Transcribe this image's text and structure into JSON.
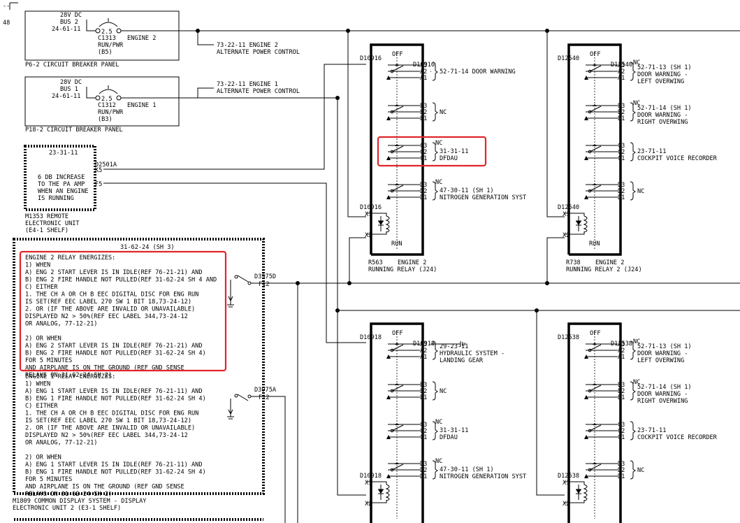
{
  "page_marker": "48",
  "cb_eng2": {
    "src1": "28V DC",
    "src2": "BUS 2",
    "ref": "24-61-11",
    "amp": "2.5",
    "id": "C1313",
    "name": "ENGINE 2",
    "fn": "RUN/PWR",
    "loc": "(B5)",
    "panel": "P6-2   CIRCUIT BREAKER PANEL"
  },
  "cb_eng1": {
    "src1": "28V DC",
    "src2": "BUS 1",
    "ref": "24-61-11",
    "amp": "2.5",
    "id": "C1312",
    "name": "ENGINE 1",
    "fn": "RUN/PWR",
    "loc": "(B3)",
    "panel": "P18-2   CIRCUIT BREAKER PANEL"
  },
  "apc2": {
    "l1": "73-22-11 ENGINE 2",
    "l2": "ALTERNATE POWER CONTROL"
  },
  "apc1": {
    "l1": "73-22-11 ENGINE 1",
    "l2": "ALTERNATE POWER CONTROL"
  },
  "reu": {
    "ref": "23-31-11",
    "t1": "6 DB INCREASE",
    "t2": "TO THE PA AMP",
    "t3": "WHEN AN ENGINE",
    "t4": "IS RUNNING",
    "conn": "D2501A",
    "p1": "K5",
    "p2": "F5",
    "name1": "M1353   REMOTE",
    "name2": "ELECTRONIC UNIT",
    "name3": "(E4-1 SHELF)"
  },
  "cds": {
    "ref": "31-62-24 (SH 3)",
    "conn2": "D3975D",
    "pin2": "F12",
    "conn1": "D3975A",
    "pin1": "F12",
    "name1": "M1809   COMMON DISPLAY SYSTEM - DISPLAY",
    "name2": "ELECTRONIC UNIT 2 (E3-1 SHELF)",
    "e2": [
      "ENGINE 2 RELAY ENERGIZES:",
      "1) WHEN",
      "  A) ENG 2 START LEVER IS IN IDLE(REF 76-21-21) AND",
      "  B) ENG 2 FIRE HANDLE NOT PULLED(REF 31-62-24 SH 4 AND",
      "  C) EITHER",
      "     1. THE CH A OR CH B EEC DIGITAL DISC FOR ENG RUN",
      "        IS SET(REF EEC LABEL 270 SW 1 BIT 18,73-24-12)",
      "     2. OR (IF THE ABOVE ARE INVALID OR UNAVAILABLE)",
      "        DISPLAYED N2 > 50%(REF EEC LABEL 344,73-24-12",
      "        OR ANALOG, 77-12-21)",
      "",
      "2) OR WHEN",
      "  A) ENG 2 START LEVER IS IN IDLE(REF 76-21-21) AND",
      "  B) ENG 2 FIRE HANDLE NOT PULLED(REF 31-62-24 SH 4)",
      " FOR 5 MINUTES",
      "   AND AIRPLANE IS ON THE GROUND (REF GND SENSE",
      "      RELAYS ON 31-62-24 SH 2)"
    ],
    "e1": [
      "ENGINE 1 RELAY ENERGIZES:",
      "1) WHEN",
      "  A) ENG 1 START LEVER IS IN IDLE(REF 76-21-11) AND",
      "  B) ENG 1 FIRE HANDLE NOT PULLED(REF 31-62-24 SH 4)",
      "  C) EITHER",
      "     1. THE CH A OR CH B EEC DIGITAL DISC FOR ENG RUN",
      "        IS SET(REF EEC LABEL 270 SW 1 BIT 18,73-24-12)",
      "     2. OR (IF THE ABOVE ARE INVALID OR UNAVAILABLE)",
      "        DISPLAYED N2 > 50%(REF EEC LABEL 344,73-24-12",
      "        OR ANALOG, 77-12-21)",
      "",
      "2) OR WHEN",
      "  A) ENG 1 START LEVER IS IN IDLE(REF 76-21-11) AND",
      "  B) ENG 1 FIRE HANDLE NOT PULLED(REF 31-62-24 SH 4)",
      " FOR 5 MINUTES",
      "   AND AIRPLANE IS ON THE GROUND (REF GND SENSE",
      "      RELAYS ON 31-62-24 SH 2)"
    ]
  },
  "relays": [
    {
      "conn_top": "D10916",
      "conn_in": "D10916",
      "conn_bot": "D10916",
      "off": "OFF",
      "run": "RUN",
      "id": "R563",
      "name": "ENGINE 2",
      "desc": "RUNNING RELAY (J24)",
      "groups": [
        {
          "p": [
            "A3",
            "A2",
            "A1"
          ],
          "nc": "",
          "l1": "52-71-14 DOOR WARNING",
          "l2": "",
          "l3": ""
        },
        {
          "p": [
            "B3",
            "B2",
            "B1"
          ],
          "nc": "",
          "l1": "NC",
          "l2": "",
          "l3": ""
        },
        {
          "p": [
            "C3",
            "C2",
            "C1"
          ],
          "nc": "NC",
          "l1": "31-31-11",
          "l2": "DFDAU",
          "l3": ""
        },
        {
          "p": [
            "D3",
            "D2",
            "D1"
          ],
          "nc": "NC",
          "l1": "47-30-11 (SH 1)",
          "l2": "NITROGEN GENERATION SYST",
          "l3": ""
        }
      ]
    },
    {
      "conn_top": "D12540",
      "conn_in": "D12540",
      "conn_bot": "D12540",
      "off": "OFF",
      "run": "RUN",
      "id": "R738",
      "name": "ENGINE 2",
      "desc": "RUNNING RELAY 2 (J24)",
      "groups": [
        {
          "p": [
            "A3",
            "A2",
            "A1"
          ],
          "nc": "NC",
          "l1": "52-71-13 (SH 1)",
          "l2": "DOOR WARNING -",
          "l3": "LEFT OVERWING"
        },
        {
          "p": [
            "B3",
            "B2",
            "B1"
          ],
          "nc": "NC",
          "l1": "52-71-14 (SH 1)",
          "l2": "DOOR WARNING -",
          "l3": "RIGHT OVERWING"
        },
        {
          "p": [
            "C3",
            "C2",
            "C1"
          ],
          "nc": "",
          "l1": "23-71-11",
          "l2": "COCKPIT VOICE RECORDER",
          "l3": ""
        },
        {
          "p": [
            "D3",
            "D2",
            "D1"
          ],
          "nc": "",
          "l1": "NC",
          "l2": "",
          "l3": ""
        }
      ]
    },
    {
      "conn_top": "D10918",
      "conn_in": "D10918",
      "conn_bot": "D10918",
      "off": "OFF",
      "run": "",
      "id": "",
      "name": "",
      "desc": "",
      "groups": [
        {
          "p": [
            "A3",
            "A2",
            "A1"
          ],
          "nc": "",
          "l1": "29-23-11",
          "l2": "HYDRAULIC SYSTEM -",
          "l3": "LANDING GEAR"
        },
        {
          "p": [
            "B3",
            "B2",
            "B1"
          ],
          "nc": "",
          "l1": "NC",
          "l2": "",
          "l3": ""
        },
        {
          "p": [
            "C3",
            "C2",
            "C1"
          ],
          "nc": "NC",
          "l1": "31-31-11",
          "l2": "DFDAU",
          "l3": ""
        },
        {
          "p": [
            "D3",
            "D2",
            "D1"
          ],
          "nc": "NC",
          "l1": "47-30-11 (SH 1)",
          "l2": "NITROGEN GENERATION SYST",
          "l3": ""
        }
      ]
    },
    {
      "conn_top": "D12538",
      "conn_in": "D12538",
      "conn_bot": "D12538",
      "off": "OFF",
      "run": "",
      "id": "",
      "name": "",
      "desc": "",
      "groups": [
        {
          "p": [
            "A3",
            "A2",
            "A1"
          ],
          "nc": "NC",
          "l1": "52-71-13 (SH 1)",
          "l2": "DOOR WARNING -",
          "l3": "LEFT OVERWING"
        },
        {
          "p": [
            "B3",
            "B2",
            "B1"
          ],
          "nc": "NC",
          "l1": "52-71-14 (SH 1)",
          "l2": "DOOR WARNING -",
          "l3": "RIGHT OVERWING"
        },
        {
          "p": [
            "C3",
            "C2",
            "C1"
          ],
          "nc": "",
          "l1": "23-71-11",
          "l2": "COCKPIT VOICE RECORDER",
          "l3": ""
        },
        {
          "p": [
            "D3",
            "D2",
            "D1"
          ],
          "nc": "",
          "l1": "NC",
          "l2": "",
          "l3": ""
        }
      ]
    }
  ],
  "pin_x1": "X1",
  "pin_x2": "X2"
}
